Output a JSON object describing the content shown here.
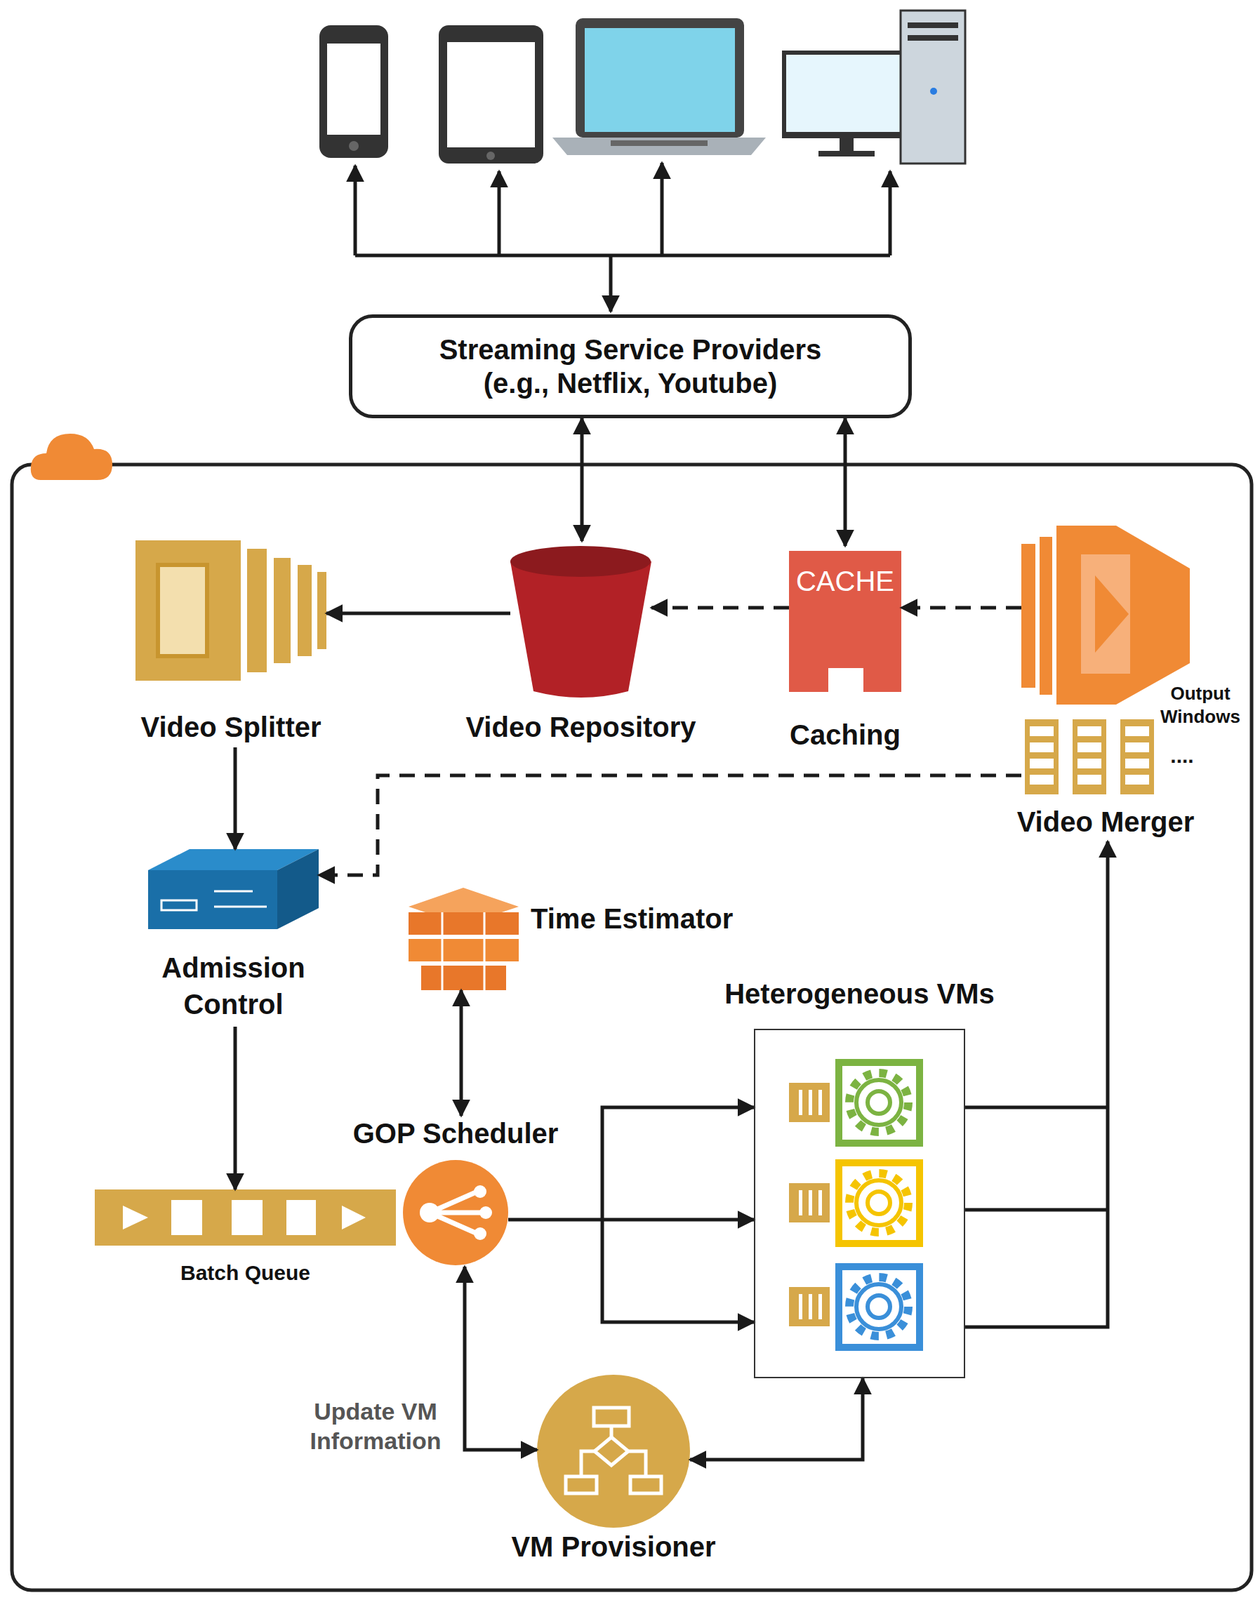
{
  "diagram": {
    "nodes": [
      {
        "text": [
          "Streaming Service Providers (e.g., Netflix, Youtube)"
        ]
      },
      {
        "text": [
          "Video Splitter"
        ]
      },
      {
        "text": [
          "Video Repository"
        ]
      },
      {
        "text": [
          "CACHE",
          "Caching"
        ]
      },
      {
        "text": [
          "Video Merger"
        ]
      },
      {
        "text": [
          "Admission Control"
        ]
      },
      {
        "text": [
          "Time Estimator"
        ]
      },
      {
        "text": [
          "Heterogeneous VMs"
        ]
      },
      {
        "text": [
          "GOP Scheduler"
        ]
      },
      {
        "text": [
          "Batch Queue"
        ]
      },
      {
        "text": [
          "VM Provisioner"
        ]
      }
    ],
    "edges": [
      {
        "from": 0,
        "to": 2,
        "arrow": "both"
      },
      {
        "from": 0,
        "to": 3,
        "arrow": "both"
      },
      {
        "from": 2,
        "to": 1,
        "arrow": "to"
      },
      {
        "from": 3,
        "to": 2,
        "arrow": "to"
      },
      {
        "from": 4,
        "to": 3,
        "arrow": "to"
      },
      {
        "from": 4,
        "to": 5,
        "arrow": "to"
      },
      {
        "from": 1,
        "to": 5,
        "arrow": "to"
      },
      {
        "from": 5,
        "to": 9,
        "arrow": "to"
      },
      {
        "from": 6,
        "to": 8,
        "arrow": "both"
      },
      {
        "from": 8,
        "to": 7,
        "arrow": "to"
      },
      {
        "from": 7,
        "to": 4,
        "arrow": "to"
      },
      {
        "from": 8,
        "to": 10,
        "label": "Update VM Information",
        "arrow": "both"
      },
      {
        "from": 10,
        "to": 7,
        "arrow": "both"
      }
    ],
    "labels": [
      "Output Windows",
      "...."
    ]
  }
}
